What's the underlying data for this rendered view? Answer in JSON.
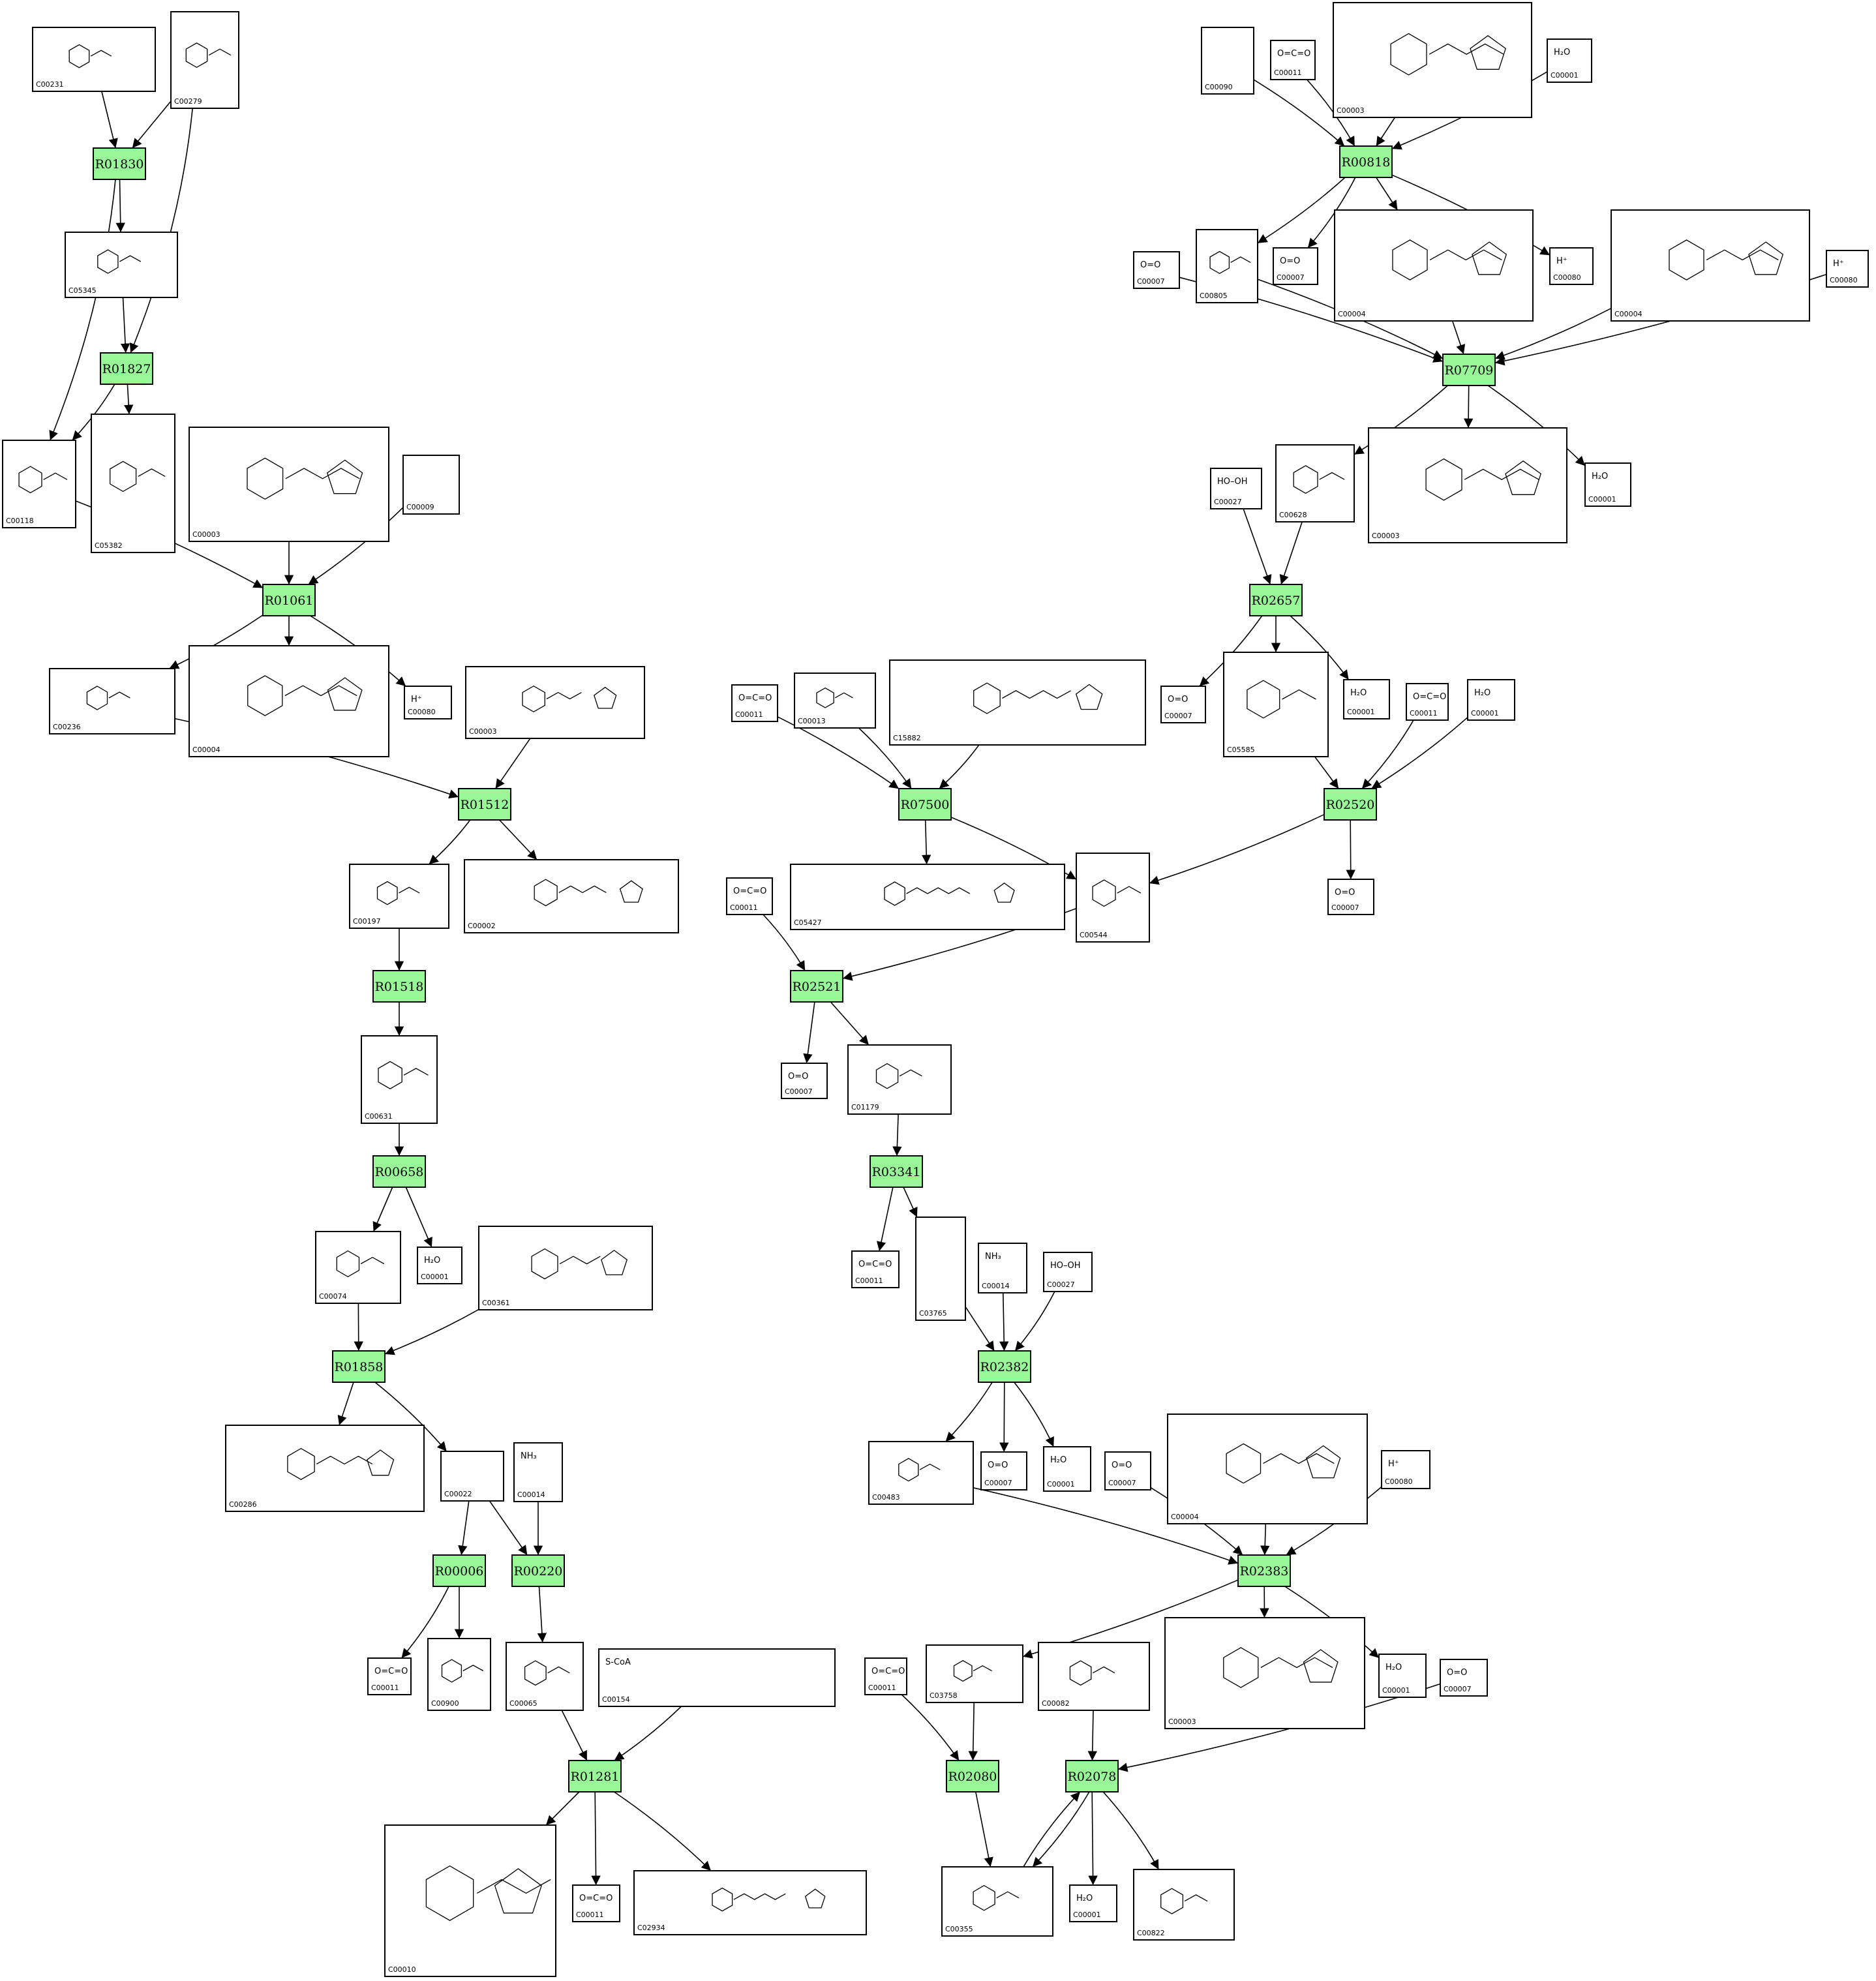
{
  "reactions": [
    {
      "id": "R01830",
      "label": "R01830"
    },
    {
      "id": "R01827",
      "label": "R01827"
    },
    {
      "id": "R01061",
      "label": "R01061"
    },
    {
      "id": "R01512",
      "label": "R01512"
    },
    {
      "id": "R01518",
      "label": "R01518"
    },
    {
      "id": "R00658",
      "label": "R00658"
    },
    {
      "id": "R01858",
      "label": "R01858"
    },
    {
      "id": "R00006",
      "label": "R00006"
    },
    {
      "id": "R00220",
      "label": "R00220"
    },
    {
      "id": "R01281",
      "label": "R01281"
    },
    {
      "id": "R00818",
      "label": "R00818"
    },
    {
      "id": "R07709",
      "label": "R07709"
    },
    {
      "id": "R02657",
      "label": "R02657"
    },
    {
      "id": "R07500",
      "label": "R07500"
    },
    {
      "id": "R02520",
      "label": "R02520"
    },
    {
      "id": "R02521",
      "label": "R02521"
    },
    {
      "id": "R03341",
      "label": "R03341"
    },
    {
      "id": "R02382",
      "label": "R02382"
    },
    {
      "id": "R02383",
      "label": "R02383"
    },
    {
      "id": "R02080",
      "label": "R02080"
    },
    {
      "id": "R02078",
      "label": "R02078"
    }
  ],
  "compounds": [
    {
      "id": "c1",
      "code": "C00231"
    },
    {
      "id": "c2",
      "code": "C00279"
    },
    {
      "id": "c3",
      "code": "C05345"
    },
    {
      "id": "c4",
      "code": "C00118"
    },
    {
      "id": "c5",
      "code": "C05382"
    },
    {
      "id": "c6",
      "code": "C00003"
    },
    {
      "id": "c7",
      "code": "C00009"
    },
    {
      "id": "c8",
      "code": "C00236"
    },
    {
      "id": "c9",
      "code": "C00004"
    },
    {
      "id": "c10",
      "code": "C00080",
      "formula": "H⁺"
    },
    {
      "id": "c11",
      "code": "C00003"
    },
    {
      "id": "c12",
      "code": "C00197"
    },
    {
      "id": "c13",
      "code": "C00002"
    },
    {
      "id": "c14",
      "code": "C00631"
    },
    {
      "id": "c15",
      "code": "C00074"
    },
    {
      "id": "c16",
      "code": "C00001",
      "formula": "H₂O"
    },
    {
      "id": "c17",
      "code": "C00361"
    },
    {
      "id": "c18",
      "code": "C00286"
    },
    {
      "id": "c19",
      "code": "C00022"
    },
    {
      "id": "c20",
      "code": "C00014",
      "formula": "NH₃"
    },
    {
      "id": "c21",
      "code": "C00011",
      "formula": "O=C=O"
    },
    {
      "id": "c22",
      "code": "C00900"
    },
    {
      "id": "c23",
      "code": "C00065"
    },
    {
      "id": "c24",
      "code": "C00154",
      "formula": "S-CoA"
    },
    {
      "id": "c25",
      "code": "C00010"
    },
    {
      "id": "c26",
      "code": "C00011",
      "formula": "O=C=O"
    },
    {
      "id": "c27",
      "code": "C02934"
    },
    {
      "id": "c28",
      "code": "C00090"
    },
    {
      "id": "c29",
      "code": "C00011",
      "formula": "O=C=O"
    },
    {
      "id": "c30",
      "code": "C00003"
    },
    {
      "id": "c31",
      "code": "C00001",
      "formula": "H₂O"
    },
    {
      "id": "c32",
      "code": "C00007",
      "formula": "O=O"
    },
    {
      "id": "c33",
      "code": "C00805"
    },
    {
      "id": "c34",
      "code": "C00007",
      "formula": "O=O"
    },
    {
      "id": "c35",
      "code": "C00004"
    },
    {
      "id": "c36",
      "code": "C00080",
      "formula": "H⁺"
    },
    {
      "id": "c37",
      "code": "C00004"
    },
    {
      "id": "c38",
      "code": "C00080",
      "formula": "H⁺"
    },
    {
      "id": "c39",
      "code": "C00027",
      "formula": "HO–OH"
    },
    {
      "id": "c40",
      "code": "C00628"
    },
    {
      "id": "c41",
      "code": "C00003"
    },
    {
      "id": "c42",
      "code": "C00001",
      "formula": "H₂O"
    },
    {
      "id": "c43",
      "code": "C00011",
      "formula": "O=C=O"
    },
    {
      "id": "c44",
      "code": "C00013"
    },
    {
      "id": "c45",
      "code": "C15882"
    },
    {
      "id": "c46",
      "code": "C00007",
      "formula": "O=O"
    },
    {
      "id": "c47",
      "code": "C05585"
    },
    {
      "id": "c48",
      "code": "C00001",
      "formula": "H₂O"
    },
    {
      "id": "c49",
      "code": "C00011",
      "formula": "O=C=O"
    },
    {
      "id": "c50",
      "code": "C00001",
      "formula": "H₂O"
    },
    {
      "id": "c51",
      "code": "C05427"
    },
    {
      "id": "c52",
      "code": "C00544"
    },
    {
      "id": "c53",
      "code": "C00007",
      "formula": "O=O"
    },
    {
      "id": "c54",
      "code": "C00011",
      "formula": "O=C=O"
    },
    {
      "id": "c55",
      "code": "C00007",
      "formula": "O=O"
    },
    {
      "id": "c56",
      "code": "C01179"
    },
    {
      "id": "c57",
      "code": "C00011",
      "formula": "O=C=O"
    },
    {
      "id": "c58",
      "code": "C03765"
    },
    {
      "id": "c59",
      "code": "C00014",
      "formula": "NH₃"
    },
    {
      "id": "c60",
      "code": "C00027",
      "formula": "HO–OH"
    },
    {
      "id": "c61",
      "code": "C00483"
    },
    {
      "id": "c62",
      "code": "C00007",
      "formula": "O=O"
    },
    {
      "id": "c63",
      "code": "C00001",
      "formula": "H₂O"
    },
    {
      "id": "c64",
      "code": "C00007",
      "formula": "O=O"
    },
    {
      "id": "c65",
      "code": "C00004"
    },
    {
      "id": "c66",
      "code": "C00080",
      "formula": "H⁺"
    },
    {
      "id": "c67",
      "code": "C00011",
      "formula": "O=C=O"
    },
    {
      "id": "c68",
      "code": "C03758"
    },
    {
      "id": "c69",
      "code": "C00082"
    },
    {
      "id": "c70",
      "code": "C00003"
    },
    {
      "id": "c71",
      "code": "C00001",
      "formula": "H₂O"
    },
    {
      "id": "c72",
      "code": "C00007",
      "formula": "O=O"
    },
    {
      "id": "c73",
      "code": "C00355"
    },
    {
      "id": "c74",
      "code": "C00001",
      "formula": "H₂O"
    },
    {
      "id": "c75",
      "code": "C00822"
    }
  ],
  "edges": [
    [
      "c1",
      "R01830"
    ],
    [
      "c2",
      "R01830"
    ],
    [
      "R01830",
      "c3"
    ],
    [
      "R01830",
      "c4"
    ],
    [
      "c3",
      "R01827"
    ],
    [
      "c2",
      "R01827"
    ],
    [
      "R01827",
      "c4"
    ],
    [
      "R01827",
      "c5"
    ],
    [
      "c4",
      "R01061"
    ],
    [
      "c6",
      "R01061"
    ],
    [
      "c7",
      "R01061"
    ],
    [
      "R01061",
      "c8"
    ],
    [
      "R01061",
      "c9"
    ],
    [
      "R01061",
      "c10"
    ],
    [
      "c8",
      "R01512"
    ],
    [
      "c11",
      "R01512"
    ],
    [
      "R01512",
      "c12"
    ],
    [
      "R01512",
      "c13"
    ],
    [
      "c12",
      "R01518"
    ],
    [
      "R01518",
      "c14"
    ],
    [
      "c14",
      "R00658"
    ],
    [
      "R00658",
      "c15"
    ],
    [
      "R00658",
      "c16"
    ],
    [
      "c15",
      "R01858"
    ],
    [
      "c17",
      "R01858"
    ],
    [
      "R01858",
      "c18"
    ],
    [
      "R01858",
      "c19"
    ],
    [
      "c19",
      "R00006"
    ],
    [
      "c19",
      "R00220"
    ],
    [
      "c20",
      "R00220"
    ],
    [
      "R00006",
      "c21"
    ],
    [
      "R00006",
      "c22"
    ],
    [
      "R00220",
      "c23"
    ],
    [
      "c23",
      "R01281"
    ],
    [
      "c24",
      "R01281"
    ],
    [
      "R01281",
      "c25"
    ],
    [
      "R01281",
      "c26"
    ],
    [
      "R01281",
      "c27"
    ],
    [
      "c28",
      "R00818"
    ],
    [
      "c29",
      "R00818"
    ],
    [
      "c30",
      "R00818"
    ],
    [
      "c31",
      "R00818"
    ],
    [
      "R00818",
      "c33"
    ],
    [
      "R00818",
      "c34"
    ],
    [
      "R00818",
      "c35"
    ],
    [
      "R00818",
      "c36"
    ],
    [
      "c32",
      "R07709"
    ],
    [
      "c33",
      "R07709"
    ],
    [
      "c35",
      "R07709"
    ],
    [
      "c37",
      "R07709"
    ],
    [
      "c38",
      "R07709"
    ],
    [
      "R07709",
      "c40"
    ],
    [
      "R07709",
      "c41"
    ],
    [
      "R07709",
      "c42"
    ],
    [
      "c39",
      "R02657"
    ],
    [
      "c40",
      "R02657"
    ],
    [
      "R02657",
      "c46"
    ],
    [
      "R02657",
      "c47"
    ],
    [
      "R02657",
      "c48"
    ],
    [
      "c43",
      "R07500"
    ],
    [
      "c44",
      "R07500"
    ],
    [
      "c45",
      "R07500"
    ],
    [
      "R07500",
      "c51"
    ],
    [
      "R07500",
      "c52"
    ],
    [
      "c47",
      "R02520"
    ],
    [
      "c49",
      "R02520"
    ],
    [
      "c50",
      "R02520"
    ],
    [
      "R02520",
      "c52"
    ],
    [
      "R02520",
      "c53"
    ],
    [
      "c54",
      "R02521"
    ],
    [
      "c52",
      "R02521"
    ],
    [
      "R02521",
      "c55"
    ],
    [
      "R02521",
      "c56"
    ],
    [
      "c56",
      "R03341"
    ],
    [
      "R03341",
      "c57"
    ],
    [
      "R03341",
      "c58"
    ],
    [
      "c58",
      "R02382"
    ],
    [
      "c59",
      "R02382"
    ],
    [
      "c60",
      "R02382"
    ],
    [
      "R02382",
      "c61"
    ],
    [
      "R02382",
      "c62"
    ],
    [
      "R02382",
      "c63"
    ],
    [
      "c61",
      "R02383"
    ],
    [
      "c64",
      "R02383"
    ],
    [
      "c65",
      "R02383"
    ],
    [
      "c66",
      "R02383"
    ],
    [
      "R02383",
      "c68"
    ],
    [
      "R02383",
      "c70"
    ],
    [
      "R02383",
      "c71"
    ],
    [
      "c67",
      "R02080"
    ],
    [
      "c68",
      "R02080"
    ],
    [
      "R02080",
      "c73"
    ],
    [
      "c69",
      "R02078"
    ],
    [
      "c72",
      "R02078"
    ],
    [
      "c73",
      "R02078"
    ],
    [
      "R02078",
      "c73"
    ],
    [
      "R02078",
      "c74"
    ],
    [
      "R02078",
      "c75"
    ]
  ]
}
